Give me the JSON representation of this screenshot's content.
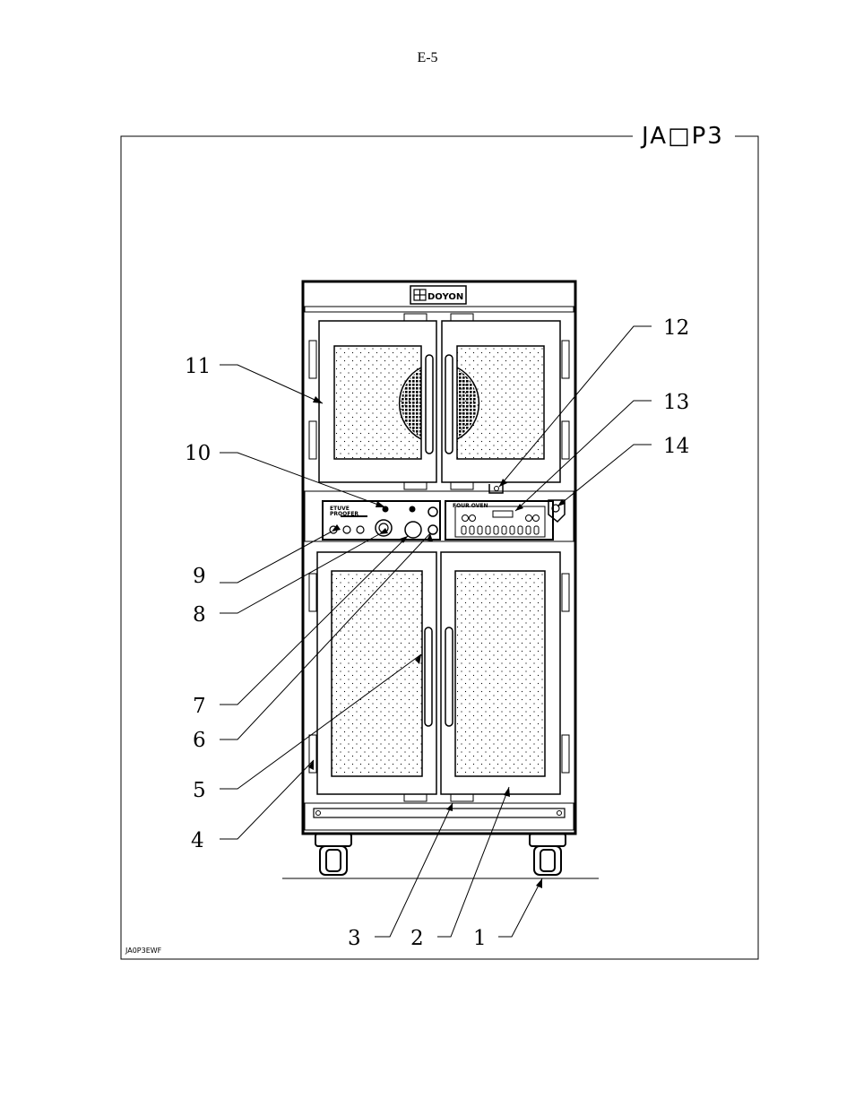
{
  "page": {
    "number": "E-5"
  },
  "figure": {
    "model_label": "JA□P3",
    "code": "JA0P3EWF",
    "brand": "DOYON",
    "proofer_label_1": "ETUVE",
    "proofer_label_2": "PROOFER",
    "oven_label": "FOUR OVEN"
  },
  "callouts": [
    {
      "id": "1",
      "text": "1"
    },
    {
      "id": "2",
      "text": "2"
    },
    {
      "id": "3",
      "text": "3"
    },
    {
      "id": "4",
      "text": "4"
    },
    {
      "id": "5",
      "text": "5"
    },
    {
      "id": "6",
      "text": "6"
    },
    {
      "id": "7",
      "text": "7"
    },
    {
      "id": "8",
      "text": "8"
    },
    {
      "id": "9",
      "text": "9"
    },
    {
      "id": "10",
      "text": "10"
    },
    {
      "id": "11",
      "text": "11"
    },
    {
      "id": "12",
      "text": "12"
    },
    {
      "id": "13",
      "text": "13"
    },
    {
      "id": "14",
      "text": "14"
    }
  ]
}
